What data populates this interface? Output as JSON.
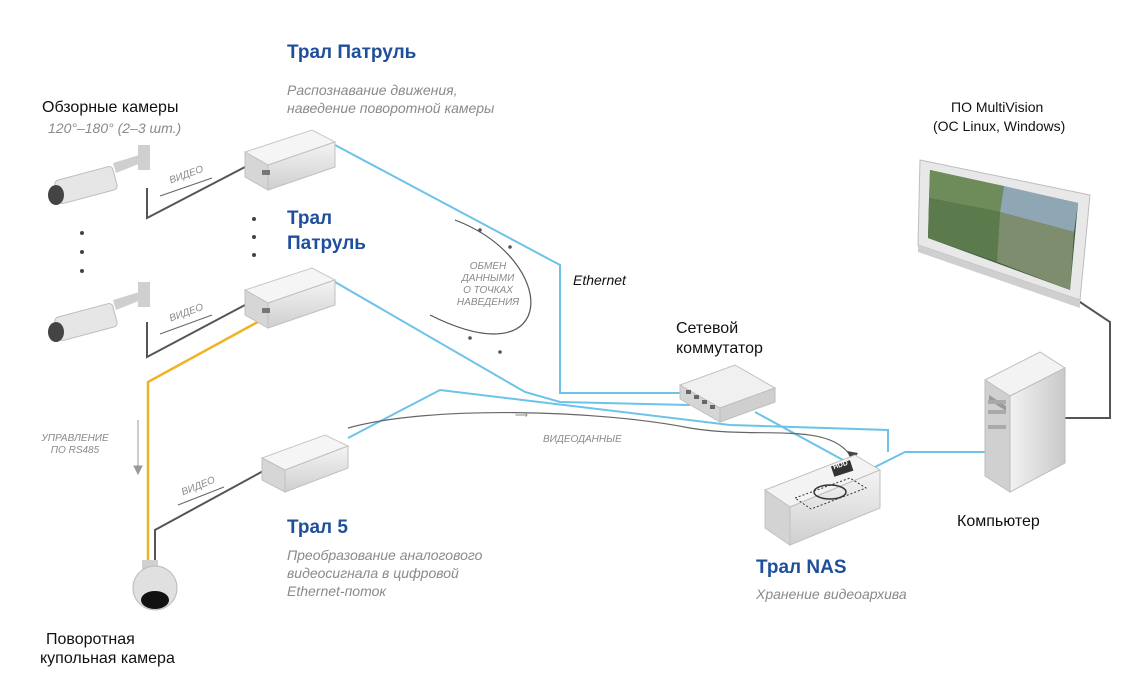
{
  "patrol1": {
    "title": "Трал Патруль",
    "desc_line1": "Распознавание движения,",
    "desc_line2": "наведение поворотной камеры"
  },
  "patrol2": {
    "title_line1": "Трал",
    "title_line2": "Патруль"
  },
  "overview_cameras": {
    "name": "Обзорные камеры",
    "detail": "120°–180° (2–3 шт.)"
  },
  "software": {
    "line1": "ПО MultiVision",
    "line2": "(ОС Linux, Windows)"
  },
  "ethernet_label": "Ethernet",
  "exchange_label": [
    "ОБМЕН",
    "ДАННЫМИ",
    "О ТОЧКАХ",
    "НАВЕДЕНИЯ"
  ],
  "switch": {
    "line1": "Сетевой",
    "line2": "коммутатор"
  },
  "video_label": "ВИДЕО",
  "videodata_label": "ВИДЕОДАННЫЕ",
  "control_label": [
    "УПРАВЛЕНИЕ",
    "ПО RS485"
  ],
  "tral5": {
    "title": "Трал 5",
    "desc_line1": "Преобразование аналогового",
    "desc_line2": "видеосигнала в цифровой",
    "desc_line3": "Ethernet-поток"
  },
  "nas": {
    "title": "Трал NAS",
    "desc": "Хранение видеоархива",
    "badge": "HDD"
  },
  "computer": {
    "name": "Компьютер"
  },
  "ptz_camera": {
    "line1": "Поворотная",
    "line2": "купольная камера"
  },
  "colors": {
    "ethernet": "#6cc3e8",
    "rs485": "#f0b323",
    "analog": "#555555",
    "title": "#1f4f9a"
  }
}
